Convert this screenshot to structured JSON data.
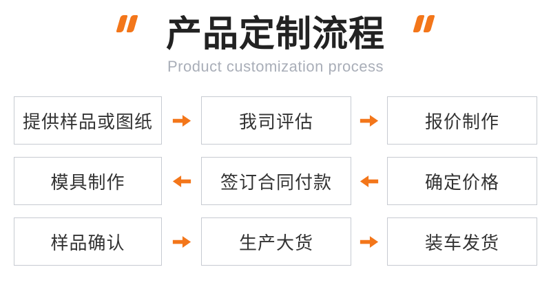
{
  "header": {
    "title": "产品定制流程",
    "subtitle": "Product customization process"
  },
  "colors": {
    "accent_orange": "#f3761a",
    "title_text": "#222222",
    "subtitle_text": "#a9aeb8",
    "box_border": "#c6cad1",
    "box_text": "#333333",
    "background": "#ffffff"
  },
  "icons": {
    "open_quote": "double-quote-open-icon",
    "close_quote": "double-quote-close-icon",
    "arrow_right": "arrow-right-icon",
    "arrow_left": "arrow-left-icon"
  },
  "flow": {
    "rows": [
      {
        "direction": "right",
        "cells": [
          "提供样品或图纸",
          "我司评估",
          "报价制作"
        ]
      },
      {
        "direction": "left",
        "cells": [
          "模具制作",
          "签订合同付款",
          "确定价格"
        ]
      },
      {
        "direction": "right",
        "cells": [
          "样品确认",
          "生产大货",
          "装车发货"
        ]
      }
    ]
  }
}
